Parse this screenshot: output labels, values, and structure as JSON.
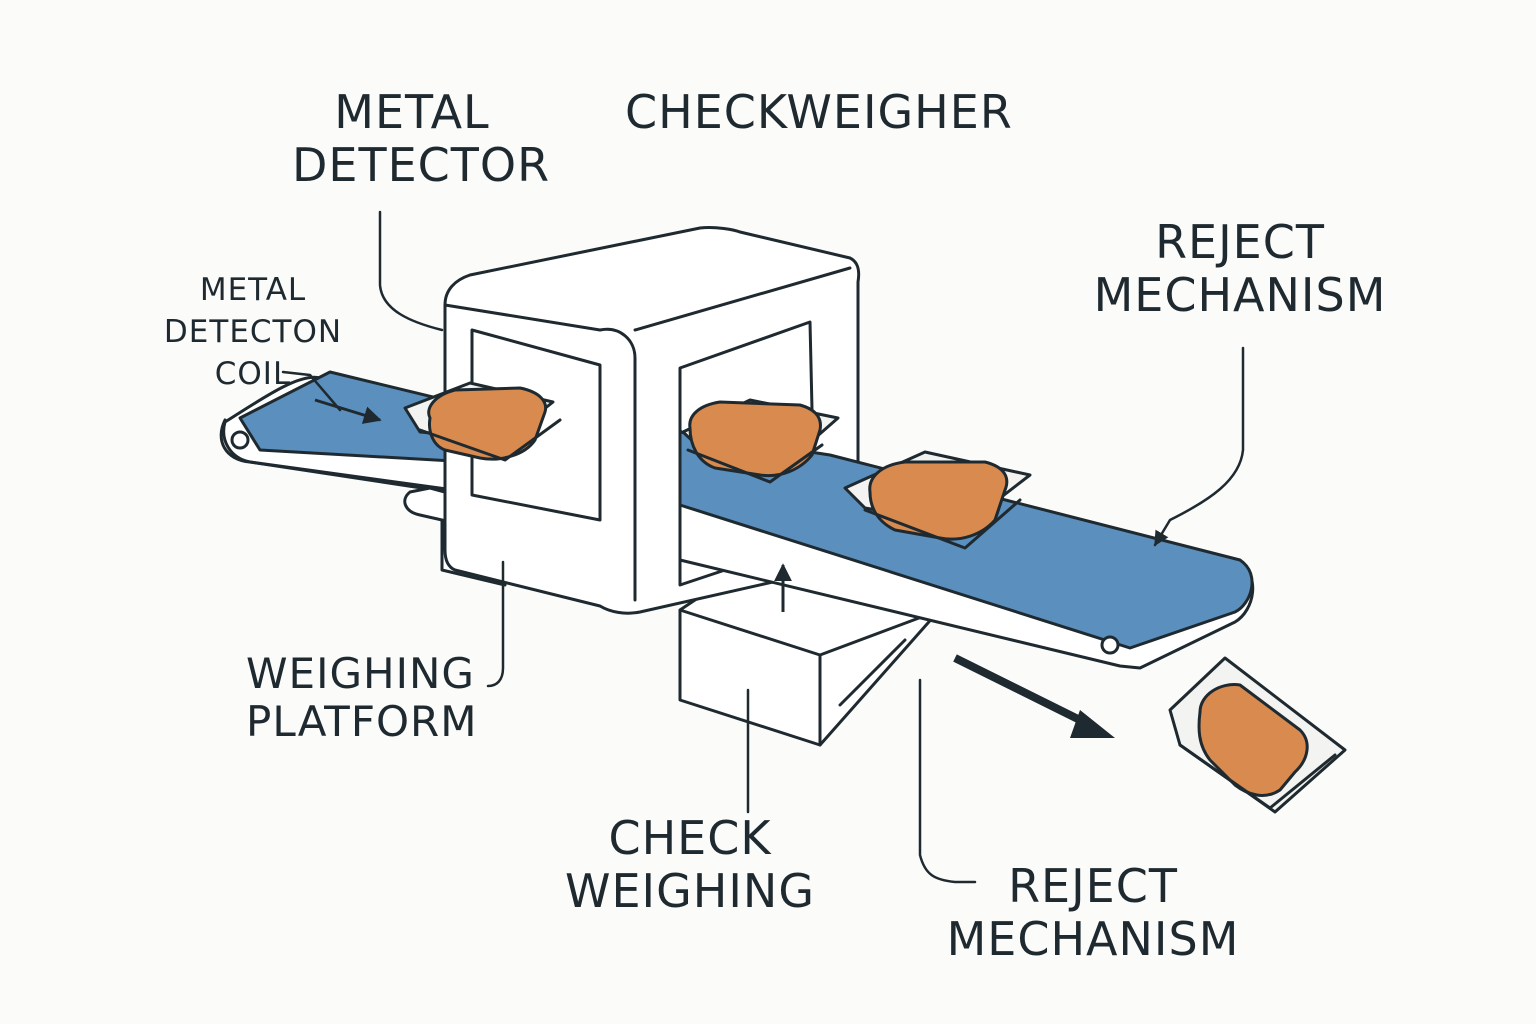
{
  "labels": {
    "metal_detector": [
      "METAL",
      "DETECTOR"
    ],
    "checkweigher": "CHECKWEIGHER",
    "reject_top": [
      "REJECT",
      "MECHANISM"
    ],
    "coil": [
      "METAL",
      "DETECTON",
      "COIL"
    ],
    "weighing_platform": [
      "WEIGHING",
      "PLATFORM"
    ],
    "check_weighing": [
      "CHECK",
      "WEIGHING"
    ],
    "reject_bottom": [
      "REJECT",
      "MECHANISM"
    ]
  },
  "colors": {
    "belt": "#5b8fbe",
    "food": "#d88a4f",
    "outline": "#1f2a30",
    "background": "#fbfbfa",
    "machine": "#ffffff"
  },
  "icons": [
    "flow-arrow-icon",
    "lift-arrow-icon",
    "reject-arrow-icon"
  ]
}
